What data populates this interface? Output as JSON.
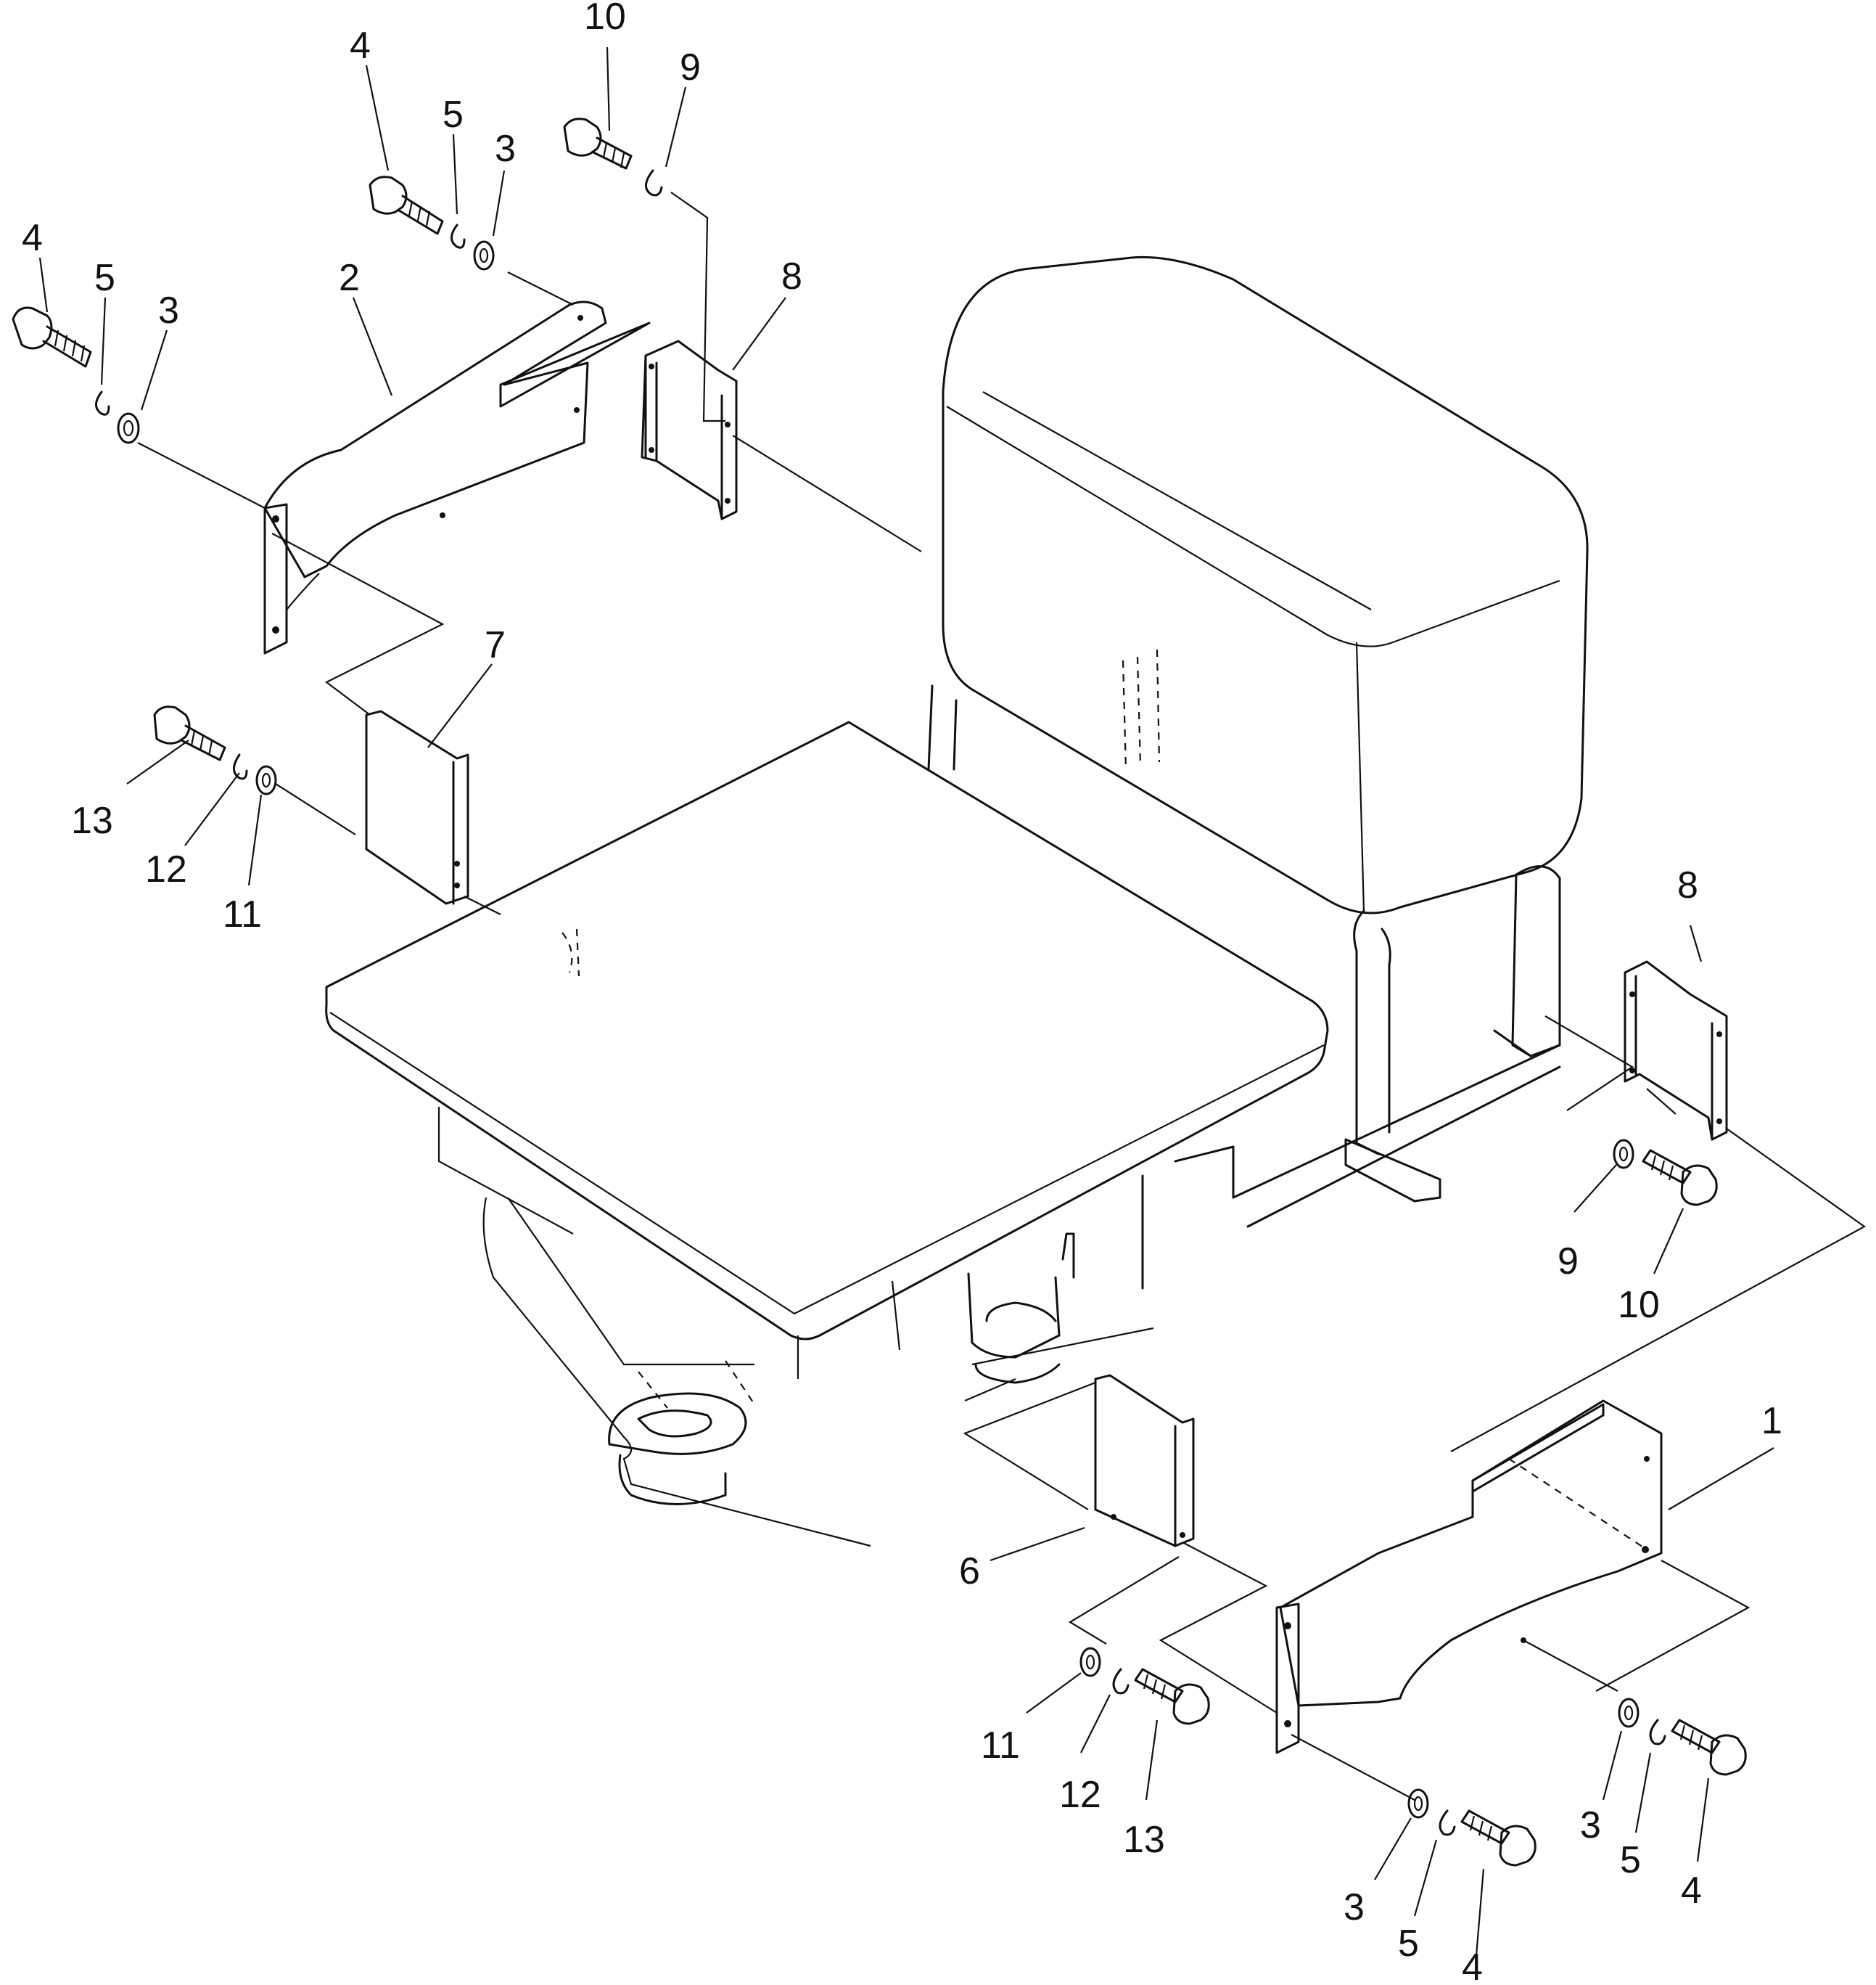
{
  "labels": {
    "l4a": "4",
    "l5a": "5",
    "l3a": "3",
    "l2": "2",
    "l4b": "4",
    "l5b": "5",
    "l3b": "3",
    "l10a": "10",
    "l9a": "9",
    "l8a": "8",
    "l7": "7",
    "l13a": "13",
    "l12a": "12",
    "l11a": "11",
    "l8b": "8",
    "l9b": "9",
    "l10b": "10",
    "l1": "1",
    "l6": "6",
    "l11b": "11",
    "l12b": "12",
    "l13b": "13",
    "l3c": "3",
    "l5c": "5",
    "l4c": "4",
    "l3d": "3",
    "l5d": "5",
    "l4d": "4"
  }
}
